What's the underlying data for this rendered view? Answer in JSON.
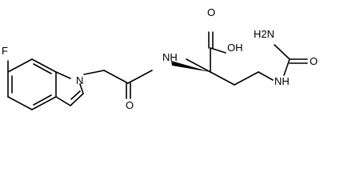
{
  "molecule": {
    "atoms": {
      "fluorine": "F",
      "indole_nitrogen": "N",
      "amide_nh": "NH",
      "acid_oxygen": "O",
      "acid_hydroxyl": "OH",
      "amide_oxygen": "O",
      "urea_nh2": "H2N",
      "urea_oxygen": "O",
      "urea_nh": "NH"
    },
    "colors": {
      "bond": "#000000",
      "label": "#000000",
      "background": "#ffffff"
    }
  }
}
